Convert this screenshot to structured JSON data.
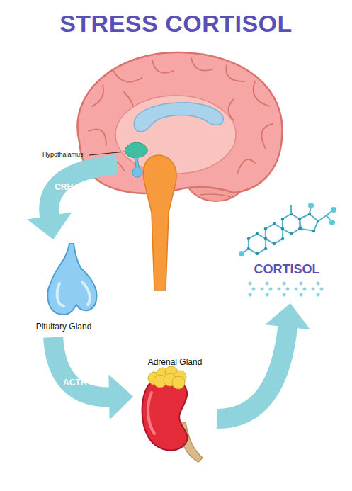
{
  "diagram": {
    "title": "STRESS CORTISOL",
    "nodes": [
      {
        "text": [
          "Hypothalamus"
        ]
      },
      {
        "text": [
          "Pituitary Gland"
        ]
      },
      {
        "text": [
          "Adrenal Gland"
        ]
      },
      {
        "text": [
          "CORTISOL"
        ]
      }
    ],
    "edges": [
      {
        "from": 0,
        "to": 1,
        "label": "CRH",
        "arrow": "to"
      },
      {
        "from": 1,
        "to": 2,
        "label": "ACTH",
        "arrow": "to"
      },
      {
        "from": 2,
        "to": 3,
        "arrow": "to"
      }
    ]
  }
}
